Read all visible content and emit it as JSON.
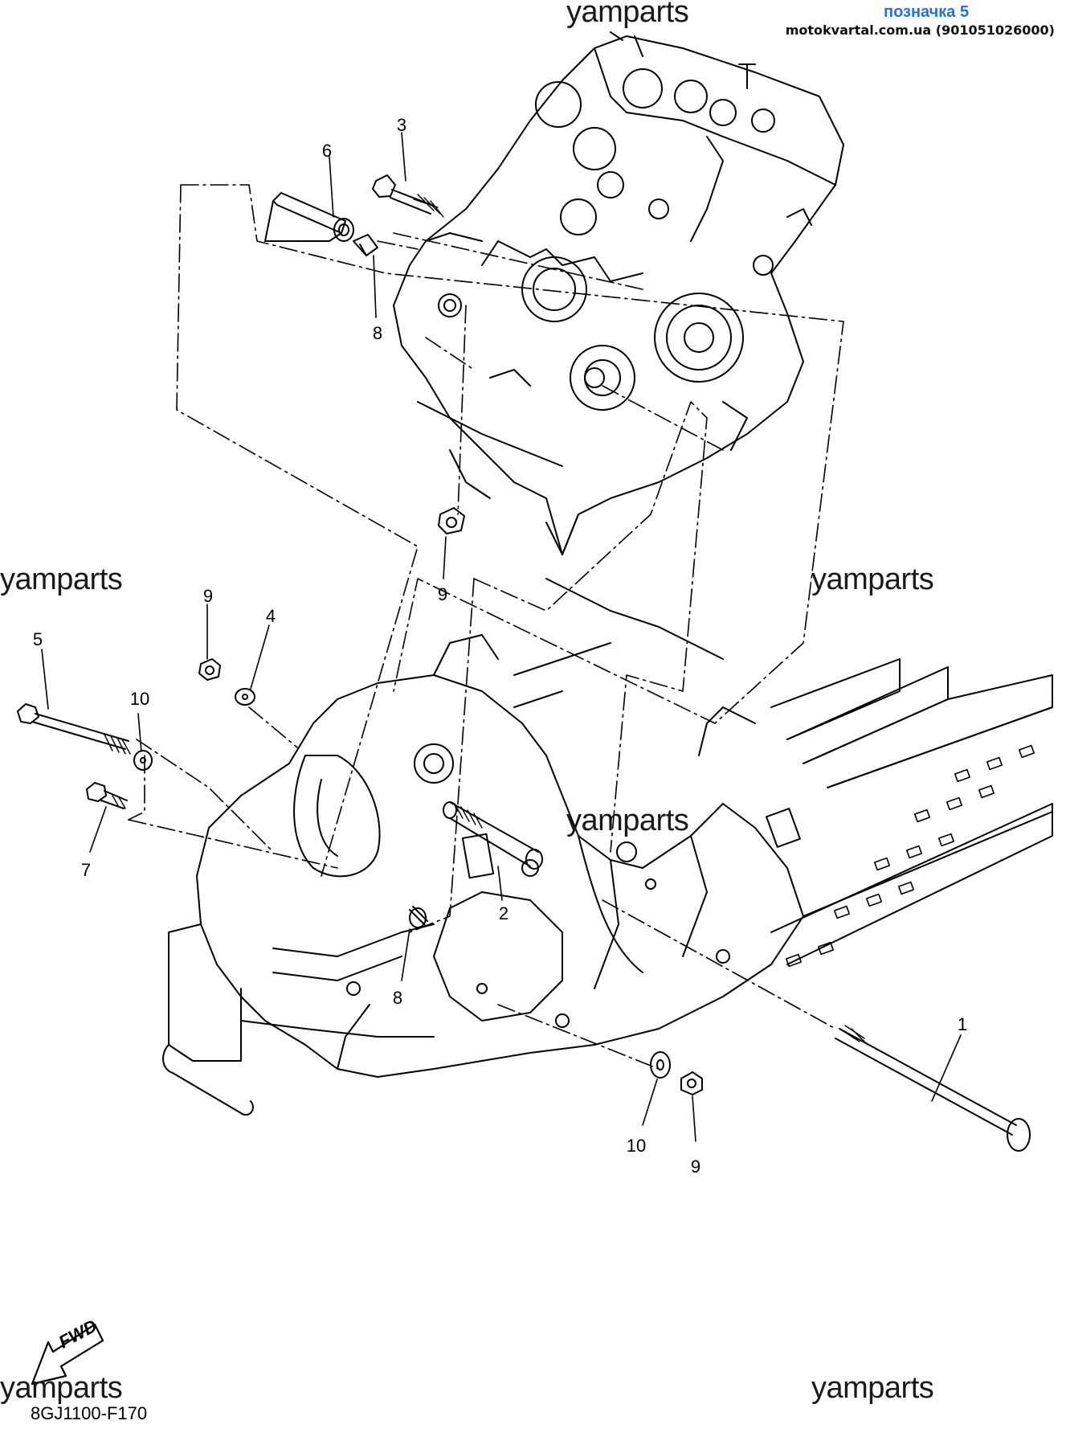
{
  "header": {
    "title": "позначка 5",
    "site": "motokvartal.com.ua (901051026000)"
  },
  "watermarks": [
    "yamparts",
    "yamparts",
    "yamparts",
    "yamparts",
    "yamparts",
    "yamparts"
  ],
  "callouts": {
    "c1": "1",
    "c2": "2",
    "c3": "3",
    "c4": "4",
    "c5": "5",
    "c6": "6",
    "c7": "7",
    "c8a": "8",
    "c8b": "8",
    "c9a": "9",
    "c9b": "9",
    "c9c": "9",
    "c10a": "10",
    "c10b": "10"
  },
  "fwd_label": "FWD",
  "drawing_code": "8GJ1100-F170"
}
